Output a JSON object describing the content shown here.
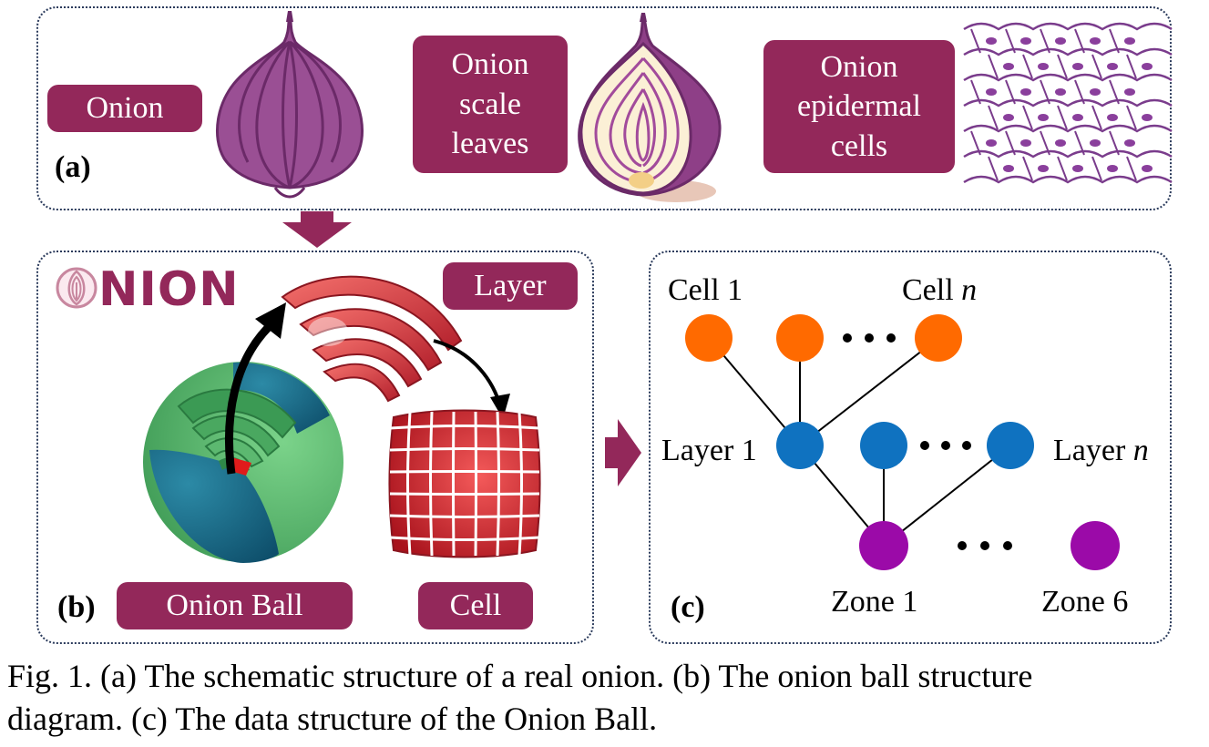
{
  "panel_a": {
    "label": "(a)",
    "tag_onion": "Onion",
    "tag_scale_lines": [
      "Onion",
      "scale",
      "leaves"
    ],
    "tag_epidermal_lines": [
      "Onion",
      "epidermal",
      "cells"
    ]
  },
  "panel_b": {
    "label": "(b)",
    "logo_text": "NION",
    "tag_layer": "Layer",
    "tag_onion_ball": "Onion Ball",
    "tag_cell": "Cell"
  },
  "panel_c": {
    "label": "(c)",
    "cell_first": "Cell 1",
    "cell_last_prefix": "Cell ",
    "cell_last_var": "n",
    "layer_first": "Layer 1",
    "layer_last_prefix": "Layer ",
    "layer_last_var": "n",
    "zone_first": "Zone 1",
    "zone_last": "Zone 6"
  },
  "caption": {
    "line1": "Fig. 1. (a) The schematic structure of a real onion. (b) The onion ball structure",
    "line2": "diagram. (c) The data structure of the Onion Ball."
  },
  "colors": {
    "brand": "#93285a",
    "cell_node": "#ff6a00",
    "layer_node": "#0f72c0",
    "zone_node": "#9b0aa8",
    "border": "#2b3b5c"
  }
}
